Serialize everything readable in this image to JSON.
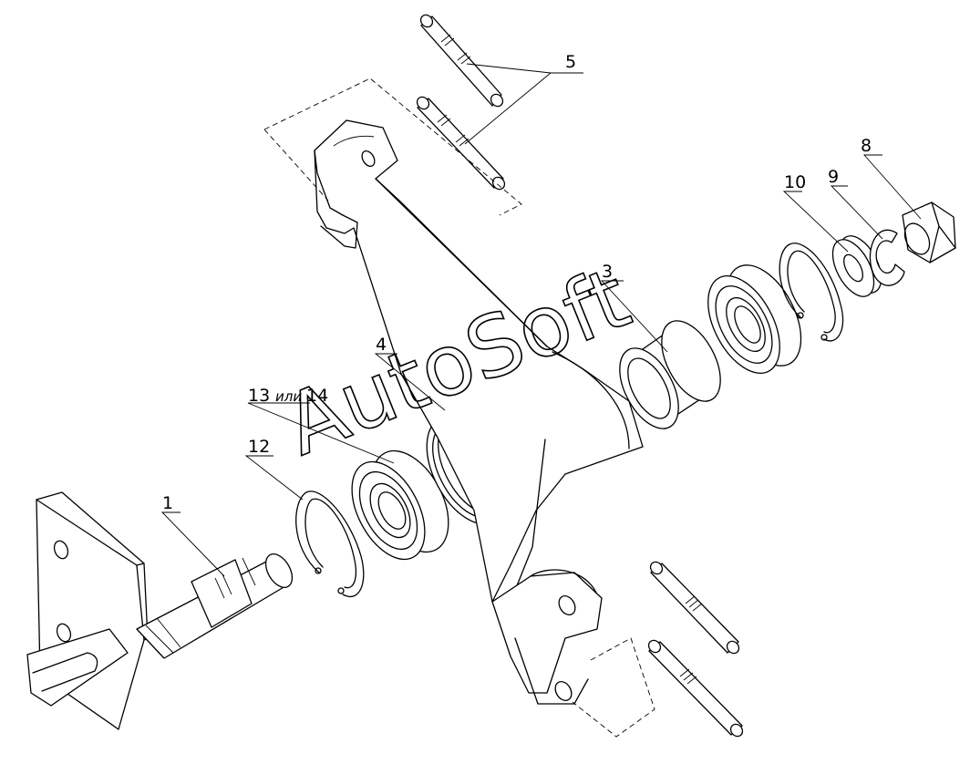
{
  "diagram": {
    "watermark": "AutoSoft",
    "callouts": {
      "c1": "1",
      "c3": "3",
      "c4": "4",
      "c5": "5",
      "c8": "8",
      "c9": "9",
      "c10": "10",
      "c12": "12",
      "c13_main": "13",
      "c13_or": "или",
      "c13_alt": "14"
    }
  }
}
